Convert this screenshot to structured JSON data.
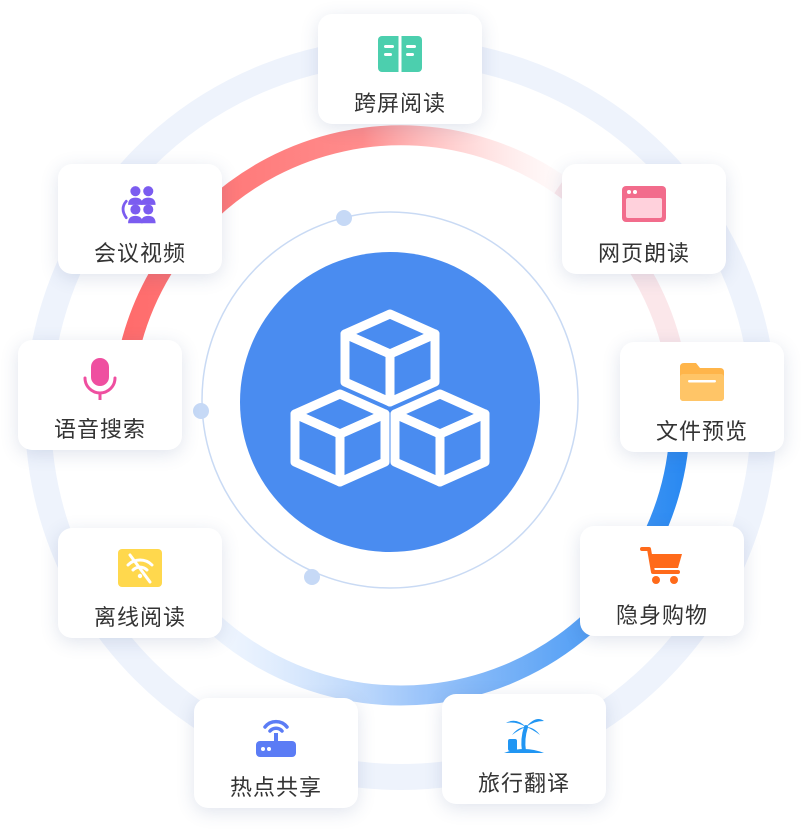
{
  "features": [
    {
      "key": "cross-screen-reading",
      "label": "跨屏阅读",
      "icon": "open-book-icon",
      "color": "#4ccfae"
    },
    {
      "key": "webpage-reading",
      "label": "网页朗读",
      "icon": "browser-window-icon",
      "color": "#f26c8c"
    },
    {
      "key": "file-preview",
      "label": "文件预览",
      "icon": "folder-icon",
      "color": "#ffb54a"
    },
    {
      "key": "incognito-shopping",
      "label": "隐身购物",
      "icon": "shopping-cart-icon",
      "color": "#ff6a1a"
    },
    {
      "key": "travel-translation",
      "label": "旅行翻译",
      "icon": "palm-tree-icon",
      "color": "#2196f3"
    },
    {
      "key": "hotspot-sharing",
      "label": "热点共享",
      "icon": "router-icon",
      "color": "#5b7cf5"
    },
    {
      "key": "offline-reading",
      "label": "离线阅读",
      "icon": "no-signal-icon",
      "color": "#ffd84d"
    },
    {
      "key": "voice-search",
      "label": "语音搜索",
      "icon": "microphone-icon",
      "color": "#ef4fa0"
    },
    {
      "key": "video-conference",
      "label": "会议视频",
      "icon": "group-users-icon",
      "color": "#7b5cf0"
    }
  ],
  "hub": {
    "icon": "stacked-cubes-icon",
    "color": "#4a8cf0"
  },
  "colors": {
    "outer_ring": "#eef3fc",
    "ring_red": "#ff6b6b",
    "ring_blue": "#2b8af2",
    "inner_ring": "#c9daf4",
    "inner_dot": "#c6d9f6"
  }
}
